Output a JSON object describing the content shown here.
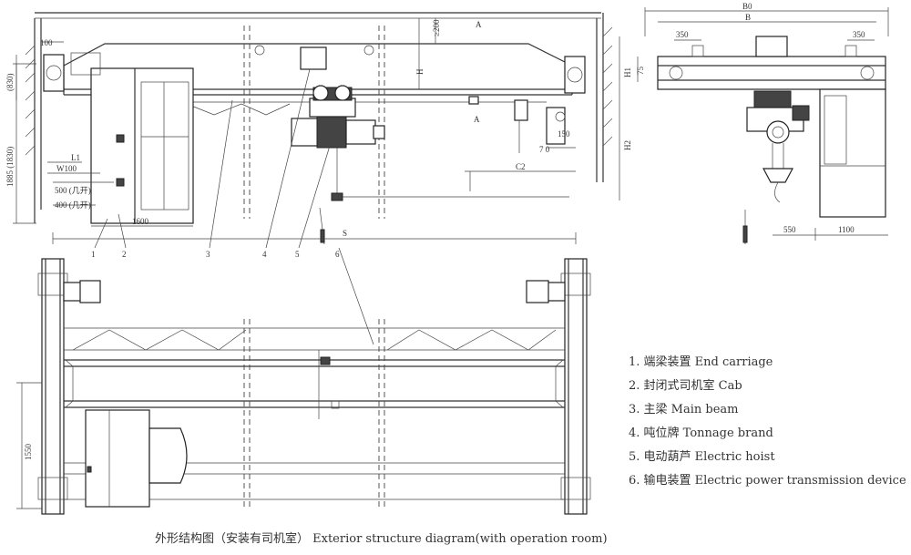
{
  "caption": "外形结构图（安装有司机室） Exterior structure diagram(with operation room)",
  "legend": [
    {
      "label": "1. 端梁装置 End carriage"
    },
    {
      "label": "2. 封闭式司机室 Cab"
    },
    {
      "label": "3. 主梁 Main beam"
    },
    {
      "label": "4. 吨位牌 Tonnage brand"
    },
    {
      "label": "5. 电动葫芦 Electric hoist"
    },
    {
      "label": "6. 输电装置 Electric power transmission device"
    }
  ],
  "callouts": [
    "1",
    "2",
    "3",
    "4",
    "5",
    "6"
  ],
  "dims": {
    "d100": "100",
    "d200": "≥200",
    "h1": "H",
    "h2": "H1",
    "hh": "H2",
    "l1": "L1",
    "w100": "W100",
    "side_h": "1885 (1830)",
    "top_h": "(830)",
    "d500": "500 (几开)",
    "d400": "400 (几开)",
    "d1600": "1600",
    "span": "S",
    "c2": "C2",
    "d70": "7 0",
    "d150": "150",
    "aa": "A",
    "b0": "B0",
    "bb": "B",
    "d350a": "350",
    "d350b": "350",
    "d75": "75",
    "d550": "550",
    "d1100": "1100",
    "d1550": "1550"
  }
}
